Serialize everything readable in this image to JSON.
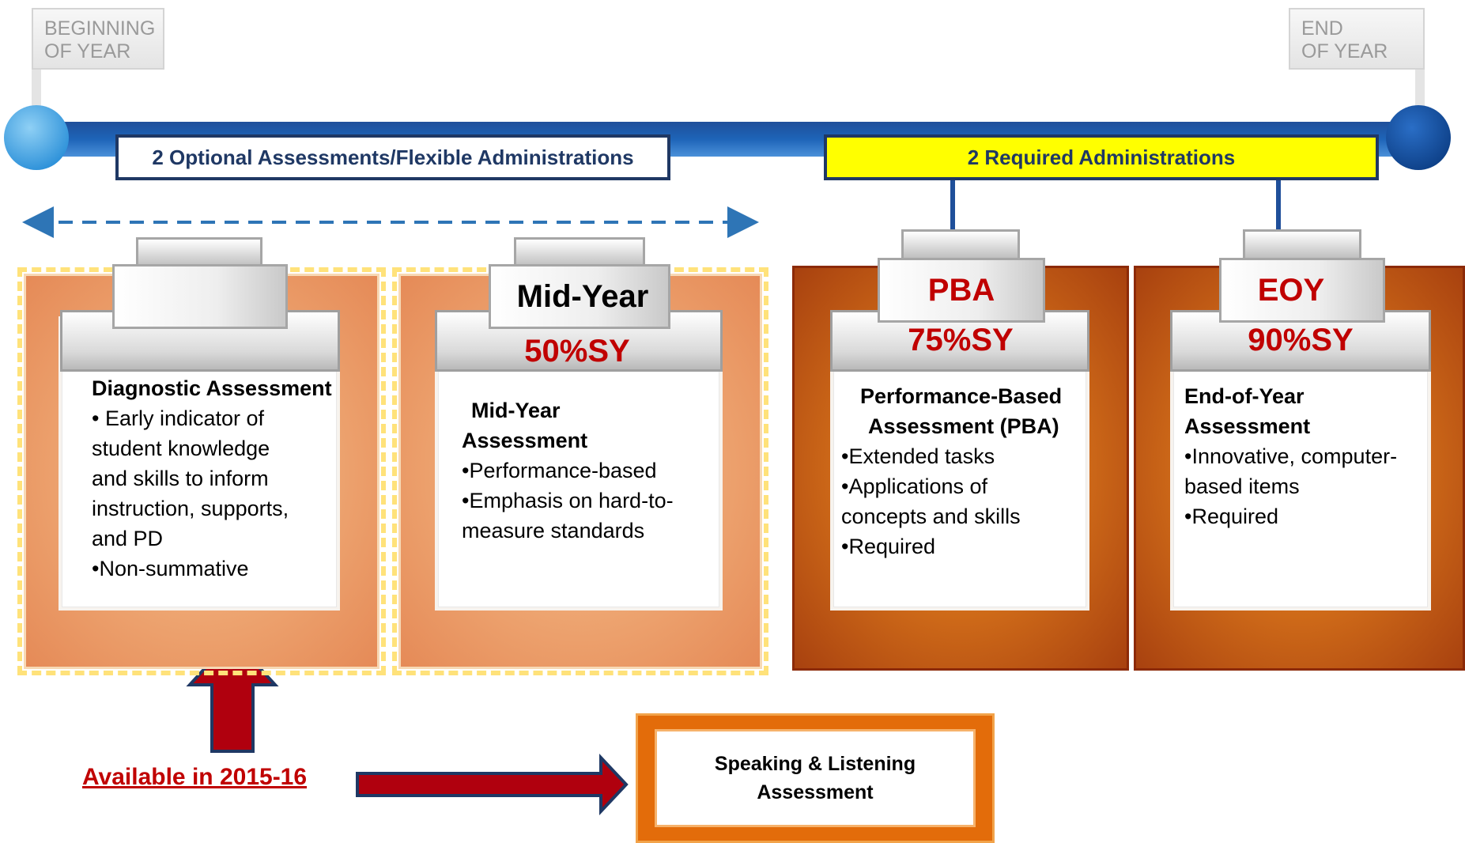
{
  "timeline": {
    "start_label_line1": "BEGINNING",
    "start_label_line2": "OF YEAR",
    "end_label_line1": "END",
    "end_label_line2": "OF YEAR"
  },
  "bands": {
    "optional": "2 Optional Assessments/Flexible Administrations",
    "required": "2 Required Administrations"
  },
  "cards": [
    {
      "id": "diagnostic",
      "clip_title": "",
      "percent": "",
      "heading": "Diagnostic Assessment",
      "lines": [
        "• Early indicator of",
        "student knowledge",
        "and skills to inform",
        "instruction, supports,",
        "and PD",
        "•Non-summative"
      ]
    },
    {
      "id": "midyear",
      "clip_title": "Mid-Year",
      "percent": "50%SY",
      "heading_line1": "Mid-Year",
      "heading_line2": "Assessment",
      "lines": [
        "•Performance-based",
        "•Emphasis on hard-to-",
        "measure standards"
      ]
    },
    {
      "id": "pba",
      "clip_title": "PBA",
      "percent": "75%SY",
      "heading_line1": "Performance-Based",
      "heading_line2": "Assessment (PBA)",
      "lines": [
        "•Extended tasks",
        "•Applications of",
        "concepts and skills",
        "•Required"
      ]
    },
    {
      "id": "eoy",
      "clip_title": "EOY",
      "percent": "90%SY",
      "heading_line1": "End-of-Year",
      "heading_line2": "Assessment",
      "lines": [
        "•Innovative, computer-",
        "based items",
        "•Required"
      ]
    }
  ],
  "speaking_listening": {
    "line1": "Speaking & Listening",
    "line2": "Assessment"
  },
  "available_note": "Available in 2015-16",
  "colors": {
    "timeline_blue": "#1f5fa8",
    "band_border": "#1f3864",
    "required_fill": "#ffff00",
    "accent_red": "#c00000",
    "arrow_red": "#b0000e",
    "arrow_outline": "#1f3864"
  }
}
